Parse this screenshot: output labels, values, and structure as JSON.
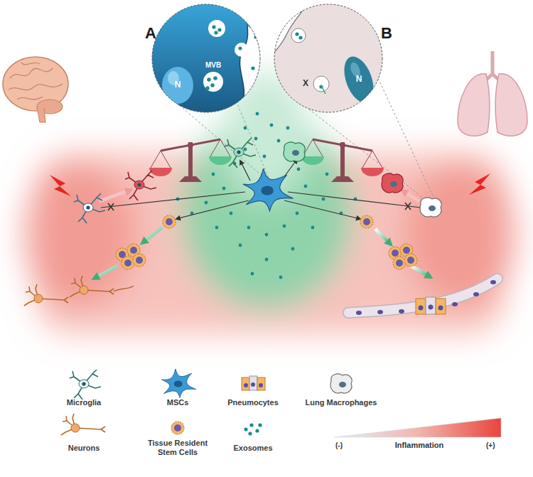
{
  "diagram": {
    "labels": [
      "A",
      "MVB",
      "N",
      "B",
      "X",
      "N",
      "(-)",
      "Inflammation",
      "(+)"
    ],
    "legend": [
      {
        "text": "Microglia"
      },
      {
        "text": "MSCs"
      },
      {
        "text": "Pneumocytes"
      },
      {
        "text": "Lung Macrophages"
      },
      {
        "text": "Neurons"
      },
      {
        "text": "Tissue Resident Stem Cells"
      },
      {
        "text": "Exosomes"
      }
    ]
  }
}
